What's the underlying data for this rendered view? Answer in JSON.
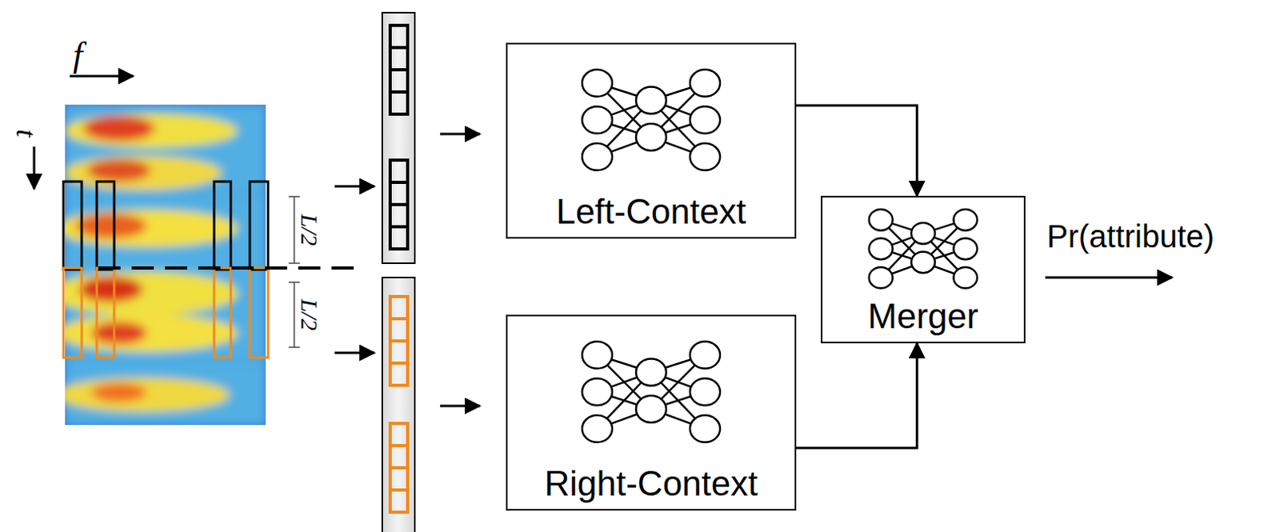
{
  "diagram": {
    "nodes": [
      {
        "text": [
          "Left-Context"
        ]
      },
      {
        "text": [
          "Right-Context"
        ]
      },
      {
        "text": [
          "Merger"
        ]
      }
    ],
    "edges": [
      {
        "from": 0,
        "to": 2,
        "arrow": "to"
      },
      {
        "from": 1,
        "to": 2,
        "arrow": "to"
      }
    ],
    "labels": [
      "f",
      "t",
      "L/2",
      "L/2",
      "Pr(attribute)"
    ]
  }
}
